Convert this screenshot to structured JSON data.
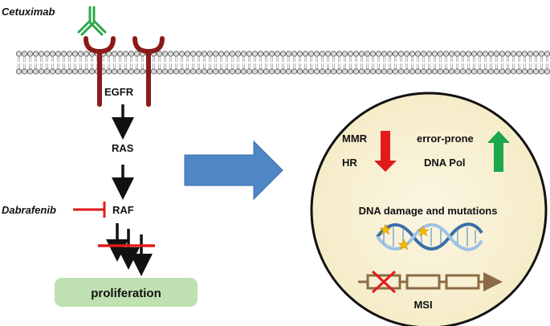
{
  "labels": {
    "cetuximab": "Cetuximab",
    "egfr": "EGFR",
    "ras": "RAS",
    "raf": "RAF",
    "dabrafenib": "Dabrafenib",
    "proliferation": "proliferation",
    "mmr": "MMR",
    "hr": "HR",
    "error_prone": "error-prone",
    "dna_pol": "DNA Pol",
    "dna_damage": "DNA damage and mutations",
    "msi": "MSI"
  },
  "colors": {
    "receptor": "#8b1a1a",
    "antibody": "#2ea84a",
    "inhibitor": "#e31a1c",
    "down_arrow": "#e31a1c",
    "up_arrow": "#1aa84c",
    "big_arrow": "#4f86c6",
    "circle_fill": "#f7f0d3",
    "proliferation_box": "#bfe0b0",
    "gene_box": "#8b6b45"
  }
}
